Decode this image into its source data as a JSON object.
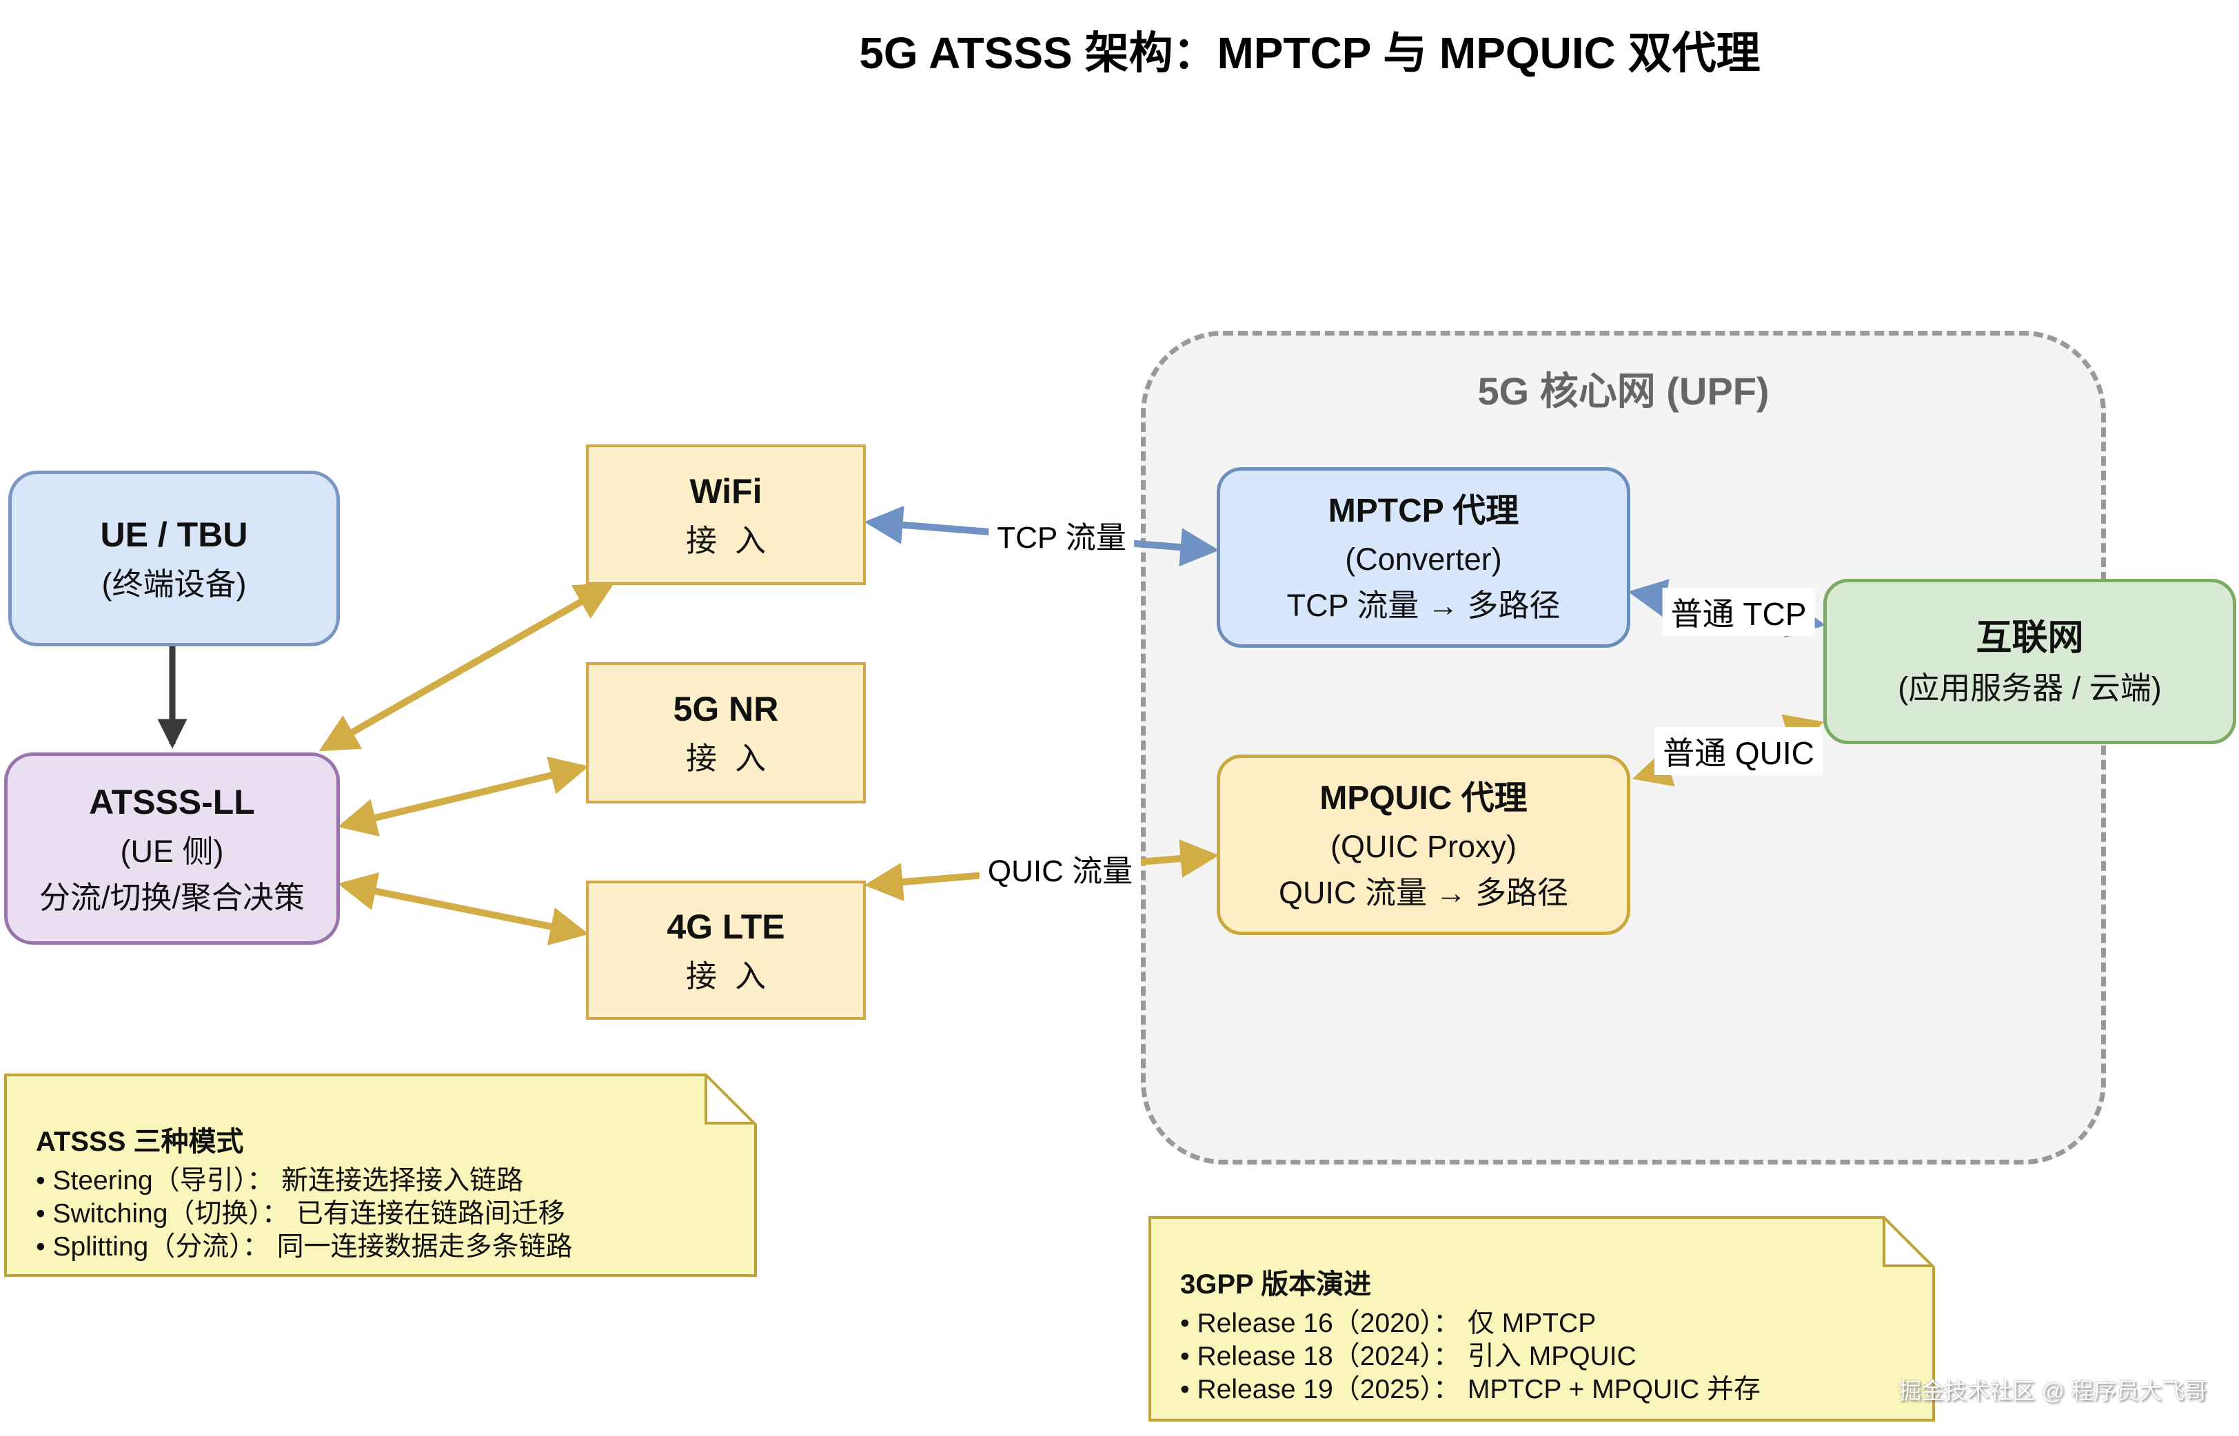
{
  "title": "5G ATSSS 架构：MPTCP 与 MPQUIC 双代理",
  "nodes": {
    "ue": {
      "line1": "UE / TBU",
      "line2": "(终端设备)"
    },
    "atsss": {
      "line1": "ATSSS-LL",
      "line2": "(UE 侧)",
      "line3": "分流/切换/聚合决策"
    },
    "wifi": {
      "line1": "WiFi",
      "line2": "接入"
    },
    "nr5g": {
      "line1": "5G NR",
      "line2": "接入"
    },
    "lte4g": {
      "line1": "4G LTE",
      "line2": "接入"
    },
    "upf": {
      "label": "5G 核心网 (UPF)"
    },
    "mptcp": {
      "line1": "MPTCP 代理",
      "line2": "(Converter)",
      "line3": "TCP 流量 → 多路径"
    },
    "mpquic": {
      "line1": "MPQUIC 代理",
      "line2": "(QUIC Proxy)",
      "line3": "QUIC 流量 → 多路径"
    },
    "internet": {
      "line1": "互联网",
      "line2": "(应用服务器 / 云端)"
    }
  },
  "edge_labels": {
    "tcp_traffic": "TCP 流量",
    "quic_traffic": "QUIC 流量",
    "plain_tcp": "普通 TCP",
    "plain_quic": "普通 QUIC"
  },
  "notes": {
    "atsss_modes": {
      "title": "ATSSS 三种模式",
      "items": [
        "• Steering（导引）： 新连接选择接入链路",
        "• Switching（切换）： 已有连接在链路间迁移",
        "• Splitting（分流）： 同一连接数据走多条链路"
      ]
    },
    "releases": {
      "title": "3GPP 版本演进",
      "items": [
        "• Release 16（2020）： 仅 MPTCP",
        "• Release 18（2024）： 引入 MPQUIC",
        "• Release 19（2025）： MPTCP + MPQUIC 并存"
      ]
    }
  },
  "watermark": "掘金技术社区 @ 程序员大飞哥",
  "colors": {
    "blue_fill": "#d8e7fb",
    "blue_stroke": "#6c8ebf",
    "yellow_fill": "#fdefc9",
    "yellow_stroke": "#d2a944",
    "purple_fill": "#e9dff0",
    "purple_stroke": "#9a74a8",
    "green_fill": "#d8ead4",
    "green_stroke": "#7eab62",
    "upf_fill": "#f4f4f4",
    "upf_stroke": "#999999",
    "note_fill": "#f9f5bb",
    "note_stroke": "#bfa33a",
    "arrow_gold": "#d2ac44",
    "arrow_blue": "#6f92c4",
    "arrow_black": "#3a3a3a"
  }
}
